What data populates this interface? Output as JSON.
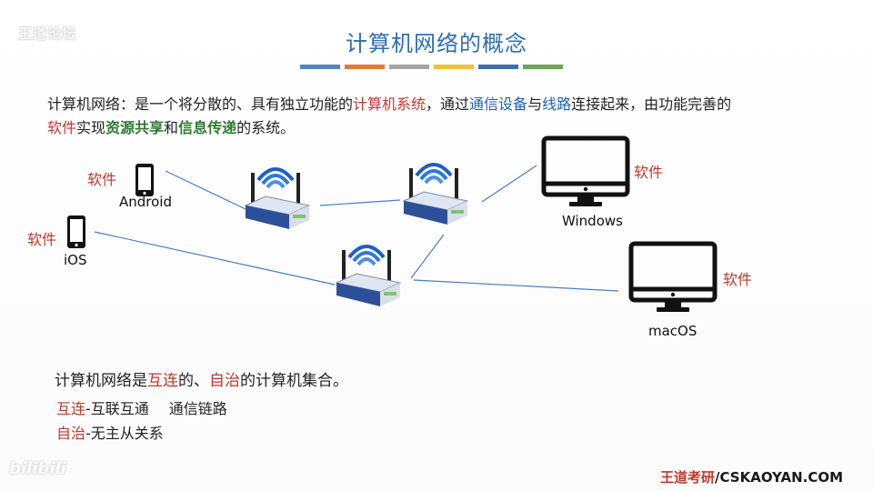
{
  "watermark_top": "王道论坛",
  "watermark_bottom": "bilibili",
  "title": "计算机网络的概念",
  "title_bar_colors": [
    "#4f86c6",
    "#e07b39",
    "#a5a5a5",
    "#f2c037",
    "#3a6fb5",
    "#6aa84f"
  ],
  "definition": {
    "p1": "计算机网络：是一个将分散的、具有独立功能的",
    "h1": "计算机系统",
    "p2": "，通过",
    "h2": "通信设备",
    "p3": "与",
    "h3": "线路",
    "p4": "连接起来，由功能完善的",
    "h4": "软件",
    "p5": "实现",
    "h5": "资源共享",
    "p6": "和",
    "h6": "信息传递",
    "p7": "的系统。"
  },
  "software_label": "软件",
  "devices": {
    "android": "Android",
    "ios": "iOS",
    "windows": "Windows",
    "macos": "macOS"
  },
  "summary": {
    "p1": "计算机网络是",
    "h1": "互连",
    "p2": "的、",
    "h2": "自治",
    "p3": "的计算机集合。"
  },
  "interconnect": {
    "term": "互连",
    "desc": "-互联互通",
    "extra": "通信链路"
  },
  "autonomy": {
    "term": "自治",
    "desc": "-无主从关系"
  },
  "footer": {
    "brand": "王道考研",
    "sep": "/",
    "site": "CSKAOYAN.COM"
  },
  "colors": {
    "title": "#2f6fb3",
    "highlight_red": "#c0392b",
    "highlight_blue": "#1f5fb4",
    "highlight_green": "#2e7d32",
    "link_line": "#4a7fc1"
  }
}
